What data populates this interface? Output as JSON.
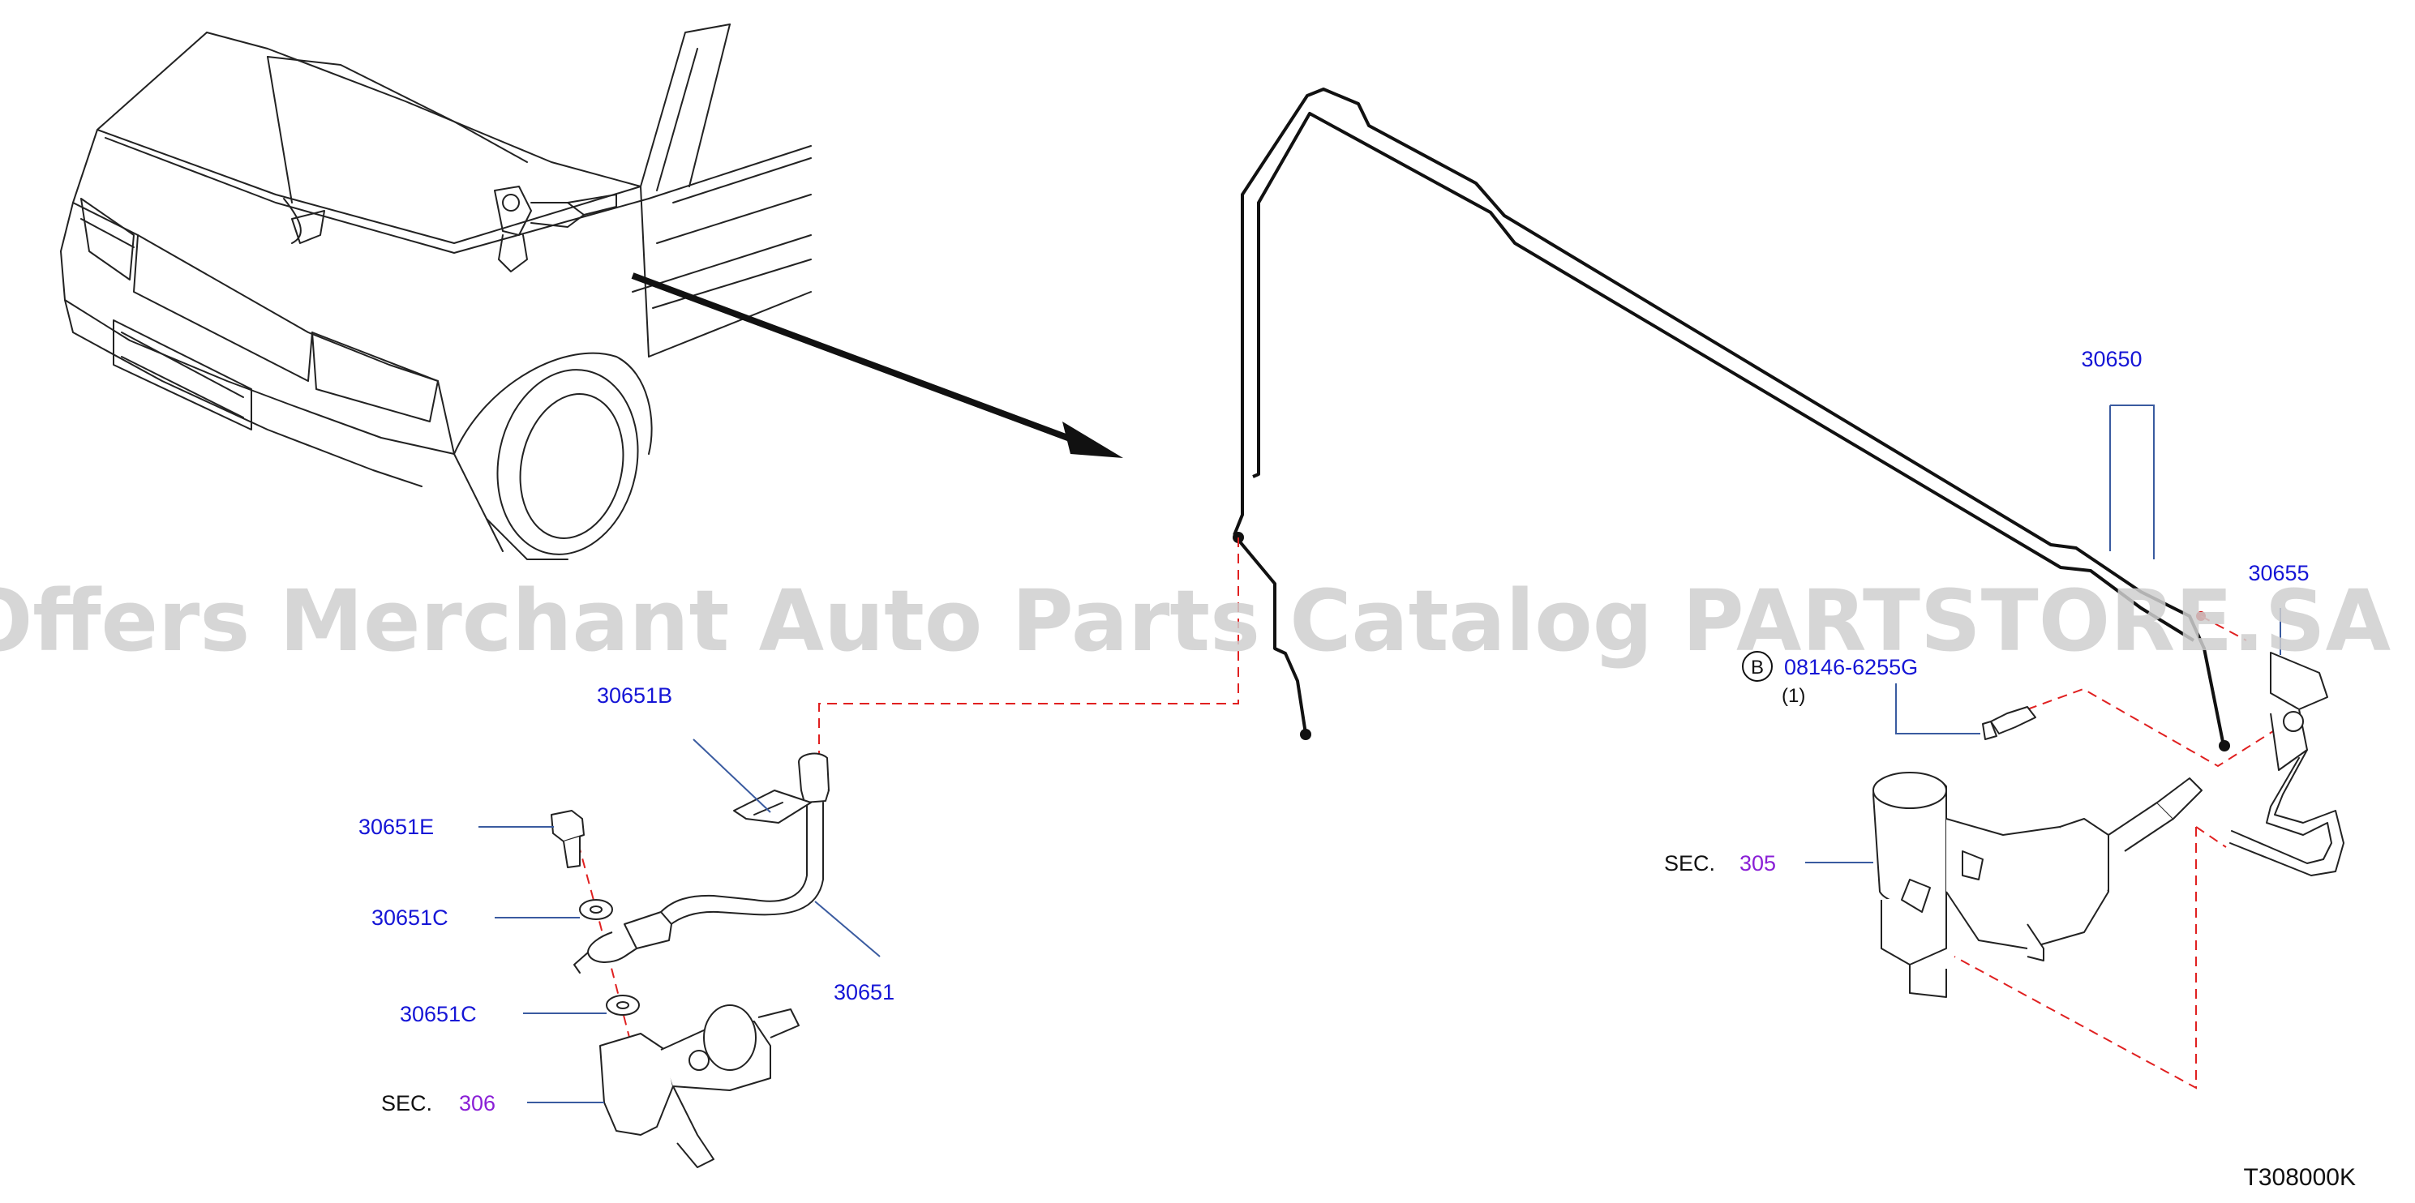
{
  "watermark": "Offers Merchant Auto Parts Catalog PARTSTORE.SA",
  "diagram_code": "T308000K",
  "callouts": {
    "p30650": "30650",
    "p30655": "30655",
    "bolt_circle": "B",
    "bolt": "08146-6255G",
    "bolt_qty": "(1)",
    "sec305_prefix": "SEC.",
    "sec305_num": "305",
    "p30651B": "30651B",
    "p30651E": "30651E",
    "p30651C_a": "30651C",
    "p30651C_b": "30651C",
    "p30651": "30651",
    "sec306_prefix": "SEC.",
    "sec306_num": "306"
  },
  "colors": {
    "part_number": "#1515d6",
    "section_ref": "#8a1fd6",
    "dashed_guide": "#e02020",
    "leader": "#3a5ba0"
  }
}
